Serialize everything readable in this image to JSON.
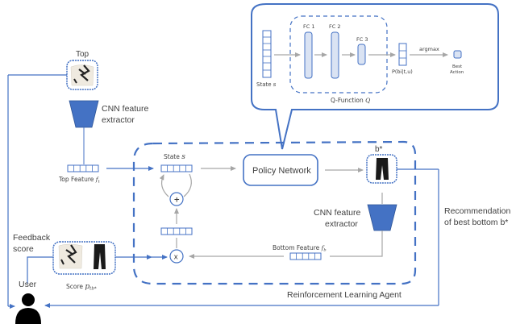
{
  "colors": {
    "accent": "#4472c4",
    "accent_fill": "#dae3f3",
    "trapezoid": "#4472c4",
    "gray_arrow": "#a6a6a6",
    "text": "#404040"
  },
  "qfunction": {
    "state_label": "State",
    "state_var": "s",
    "fc1": "FC 1",
    "fc2": "FC 2",
    "fc3": "FC 3",
    "output_label": "P(bi|t,u)",
    "argmax": "argmax",
    "best_action_line1": "Best",
    "best_action_line2": "Action",
    "title": "Q-Function",
    "title_var": "Q"
  },
  "top": {
    "label": "Top",
    "cnn_line1": "CNN feature",
    "cnn_line2": "extractor",
    "feature_label": "Top Feature",
    "feature_var": "f",
    "feature_sub": "t"
  },
  "agent": {
    "state_label": "State",
    "state_var": "s",
    "plus": "+",
    "times": "x",
    "policy_network": "Policy Network",
    "b_star": "b*",
    "cnn_line1": "CNN feature",
    "cnn_line2": "extractor",
    "bottom_feature_label": "Bottom Feature",
    "bottom_feature_var": "f",
    "bottom_feature_sub": "b",
    "title": "Reinforcement Learning Agent"
  },
  "recommendation": {
    "line1": "Recommendation",
    "line2": "of best bottom b*"
  },
  "feedback": {
    "line1": "Feedback",
    "line2": "score",
    "score_label": "Score",
    "score_var": "p",
    "score_sub": "tb*"
  },
  "user": {
    "label": "User",
    "icon": "user-icon"
  }
}
